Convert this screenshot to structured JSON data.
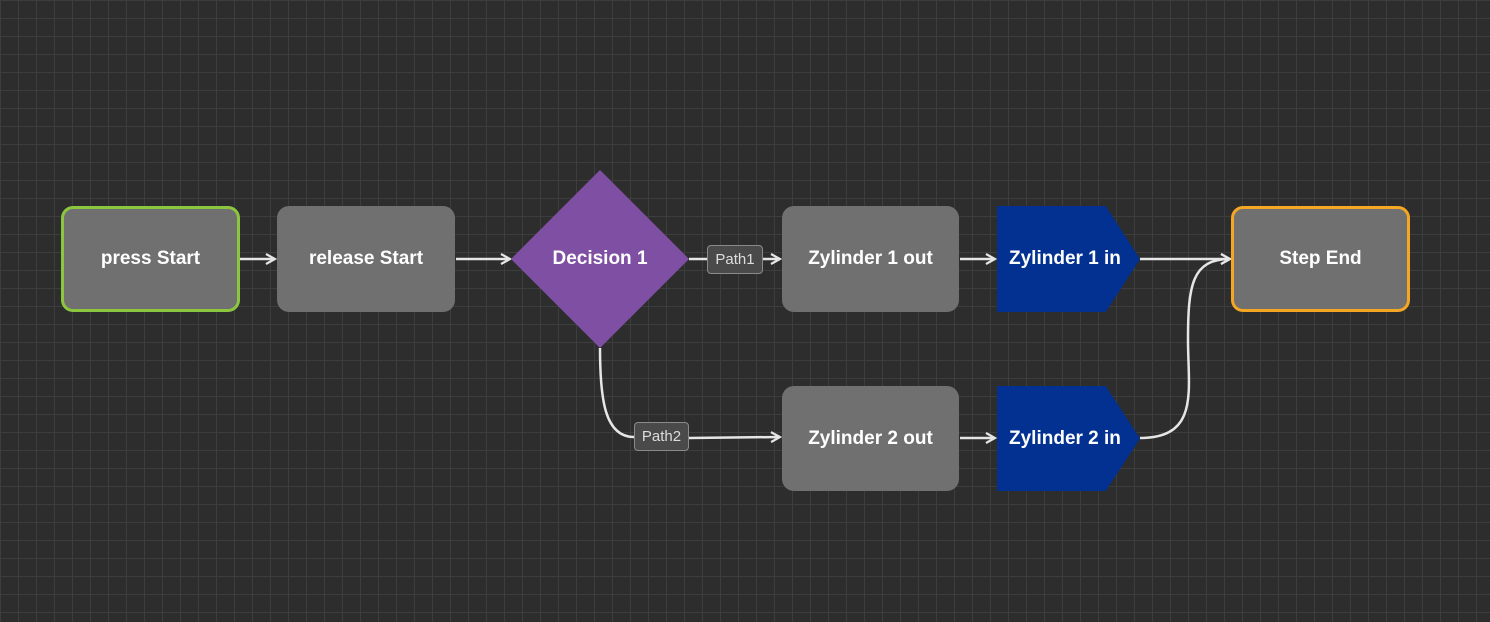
{
  "canvas": {
    "grid": true,
    "background_color": "#2d2d2d",
    "grid_color": "#3d3d3d"
  },
  "colors": {
    "step_fill": "#707070",
    "start_border": "#8cc63f",
    "end_border": "#f5a623",
    "decision_fill": "#7f4fa3",
    "action_fill": "#023192",
    "connector": "#e6e6e6"
  },
  "nodes": {
    "press_start": {
      "label": "press Start",
      "type": "start-step"
    },
    "release_start": {
      "label": "release Start",
      "type": "step"
    },
    "decision_1": {
      "label": "Decision 1",
      "type": "decision"
    },
    "zylinder_1_out": {
      "label": "Zylinder 1 out",
      "type": "step"
    },
    "zylinder_1_in": {
      "label": "Zylinder 1 in",
      "type": "action"
    },
    "zylinder_2_out": {
      "label": "Zylinder 2 out",
      "type": "step"
    },
    "zylinder_2_in": {
      "label": "Zylinder 2 in",
      "type": "action"
    },
    "step_end": {
      "label": "Step End",
      "type": "end-step"
    }
  },
  "paths": {
    "path1": {
      "label": "Path1"
    },
    "path2": {
      "label": "Path2"
    }
  },
  "connections": [
    [
      "press_start",
      "release_start"
    ],
    [
      "release_start",
      "decision_1"
    ],
    [
      "decision_1",
      "zylinder_1_out",
      "path1"
    ],
    [
      "decision_1",
      "zylinder_2_out",
      "path2"
    ],
    [
      "zylinder_1_out",
      "zylinder_1_in"
    ],
    [
      "zylinder_2_out",
      "zylinder_2_in"
    ],
    [
      "zylinder_1_in",
      "step_end"
    ],
    [
      "zylinder_2_in",
      "step_end"
    ]
  ]
}
